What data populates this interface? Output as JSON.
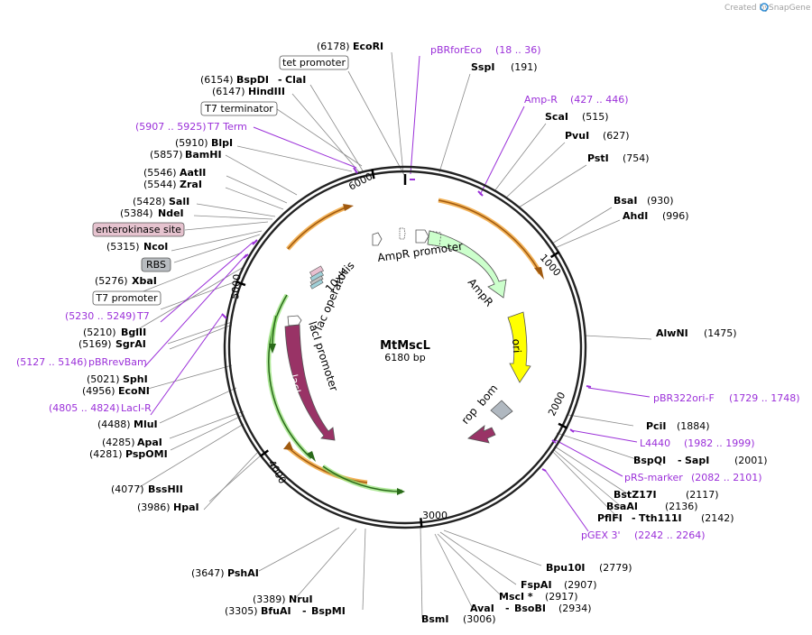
{
  "watermark": "Created by",
  "brand": "SnapGene",
  "plasmid": {
    "name": "MtMscL",
    "size_label": "6180 bp",
    "length": 6180
  },
  "ticks": [
    "1000",
    "2000",
    "3000",
    "4000",
    "5000",
    "6000"
  ],
  "sites": {
    "s01": {
      "pos": "(6178)",
      "name": "EcoRI"
    },
    "s02": {
      "pos": "(191)",
      "name": "SspI"
    },
    "s03": {
      "pos": "(6154)",
      "name": "BspDI",
      "name2": "ClaI"
    },
    "s04": {
      "pos": "(6147)",
      "name": "HindIII"
    },
    "s05": {
      "pos": "(515)",
      "name": "ScaI"
    },
    "s06": {
      "pos": "(627)",
      "name": "PvuI"
    },
    "s07": {
      "pos": "(754)",
      "name": "PstI"
    },
    "s08": {
      "pos": "(5910)",
      "name": "BlpI"
    },
    "s09": {
      "pos": "(5857)",
      "name": "BamHI"
    },
    "s10": {
      "pos": "(5546)",
      "name": "AatII"
    },
    "s11": {
      "pos": "(5544)",
      "name": "ZraI"
    },
    "s12": {
      "pos": "(930)",
      "name": "BsaI"
    },
    "s13": {
      "pos": "(996)",
      "name": "AhdI"
    },
    "s14": {
      "pos": "(5428)",
      "name": "SalI"
    },
    "s15": {
      "pos": "(5384)",
      "name": "NdeI"
    },
    "s16": {
      "pos": "(5315)",
      "name": "NcoI"
    },
    "s17": {
      "pos": "(5276)",
      "name": "XbaI"
    },
    "s18": {
      "pos": "(1475)",
      "name": "AlwNI"
    },
    "s19": {
      "pos": "(5210)",
      "name": "BglII"
    },
    "s20": {
      "pos": "(5169)",
      "name": "SgrAI"
    },
    "s21": {
      "pos": "(5021)",
      "name": "SphI"
    },
    "s22": {
      "pos": "(4956)",
      "name": "EcoNI"
    },
    "s23": {
      "pos": "(1884)",
      "name": "PciI"
    },
    "s24": {
      "pos": "(4488)",
      "name": "MluI"
    },
    "s25": {
      "pos": "(4285)",
      "name": "ApaI"
    },
    "s26": {
      "pos": "(4281)",
      "name": "PspOMI"
    },
    "s27": {
      "pos": "(2001)",
      "name": "BspQI",
      "name2": "SapI"
    },
    "s28": {
      "pos": "(2117)",
      "name": "BstZ17I"
    },
    "s29": {
      "pos": "(2136)",
      "name": "BsaAI"
    },
    "s30": {
      "pos": "(2142)",
      "name": "PflFI",
      "name2": "Tth111I"
    },
    "s31": {
      "pos": "(4077)",
      "name": "BssHII"
    },
    "s32": {
      "pos": "(3986)",
      "name": "HpaI"
    },
    "s33": {
      "pos": "(3647)",
      "name": "PshAI"
    },
    "s34": {
      "pos": "(2779)",
      "name": "Bpu10I"
    },
    "s35": {
      "pos": "(2907)",
      "name": "FspAI"
    },
    "s36": {
      "pos": "(2917)",
      "name": "MscI *"
    },
    "s37": {
      "pos": "(2934)",
      "name": "AvaI",
      "name2": "BsoBI"
    },
    "s38": {
      "pos": "(3006)",
      "name": "BsmI"
    },
    "s39": {
      "pos": "(3389)",
      "name": "NruI"
    },
    "s40": {
      "pos": "(3305)",
      "name": "BfuAI",
      "name2": "BspMI"
    }
  },
  "primers": {
    "p01": {
      "name": "pBRforEco",
      "range": "(18 .. 36)"
    },
    "p02": {
      "name": "Amp-R",
      "range": "(427 .. 446)"
    },
    "p03": {
      "range": "(5907 .. 5925)",
      "name": "T7 Term"
    },
    "p04": {
      "range": "(5230 .. 5249)",
      "name": "T7"
    },
    "p05": {
      "range": "(5127 .. 5146)",
      "name": "pBRrevBam"
    },
    "p06": {
      "range": "(4805 .. 4824)",
      "name": "LacI-R"
    },
    "p07": {
      "name": "pBR322ori-F",
      "range": "(1729 .. 1748)"
    },
    "p08": {
      "name": "L4440",
      "range": "(1982 .. 1999)"
    },
    "p09": {
      "name": "pRS-marker",
      "range": "(2082 .. 2101)"
    },
    "p10": {
      "name": "pGEX 3'",
      "range": "(2242 .. 2264)"
    }
  },
  "boxed_features": {
    "b1": "tet promoter",
    "b2": "T7 terminator",
    "b3": "enterokinase site",
    "b4": "RBS",
    "b5": "T7 promoter"
  },
  "features": {
    "ampr_promoter": "AmpR promoter",
    "ampr": "AmpR",
    "ori": "ori",
    "bom": "bom",
    "rop": "rop",
    "laci": "lacI",
    "laci_promoter": "lacI promoter",
    "lac_operator": "lac operator",
    "his": "10xHis"
  },
  "colors": {
    "primer": "#9b30d9",
    "ampr": "#ccffcc",
    "ori": "#ffff00",
    "laci": "#993366",
    "bom": "#b0b8c0",
    "orange_feature": "#f0a030",
    "green_feature": "#3a9a2a"
  }
}
